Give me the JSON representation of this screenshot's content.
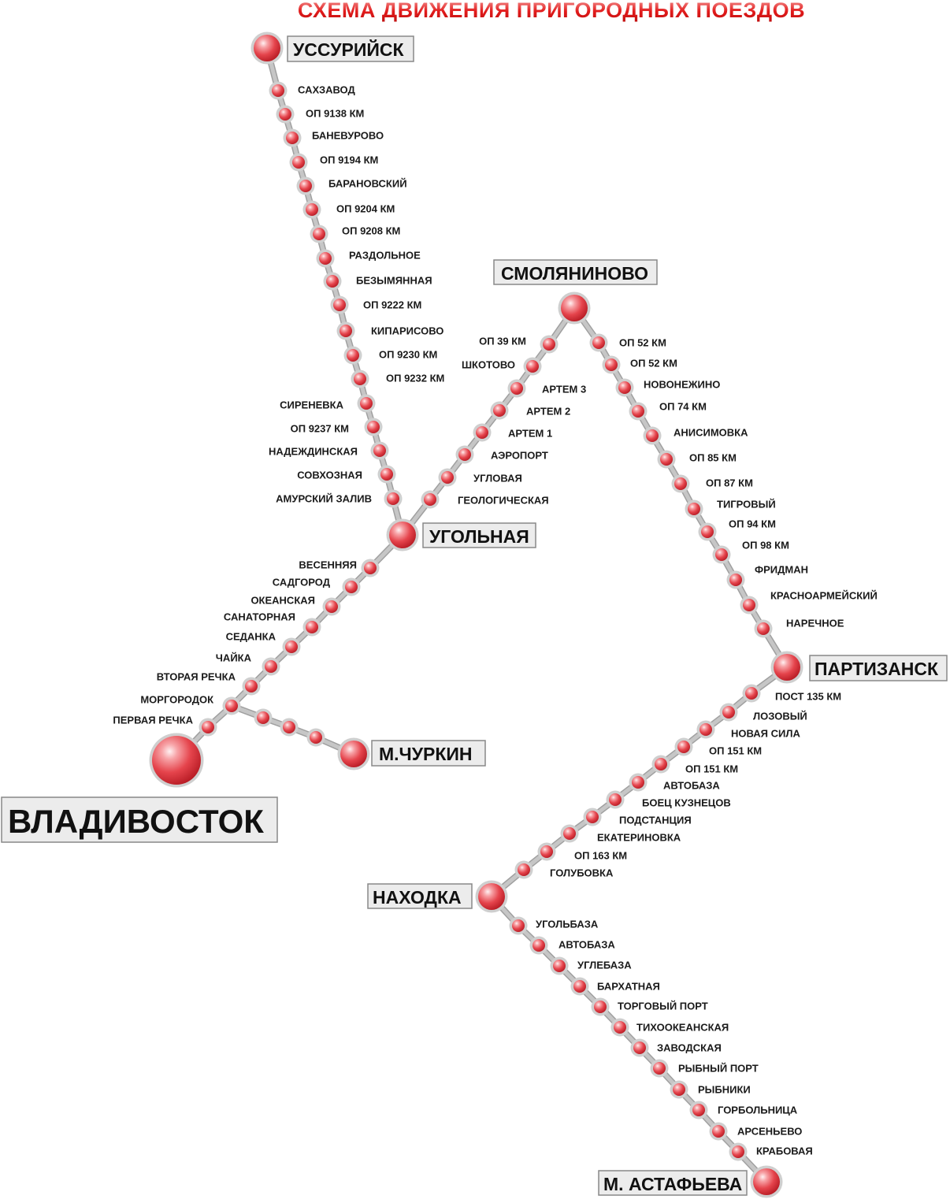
{
  "title": "СХЕМА ДВИЖЕНИЯ ПРИГОРОДНЫХ ПОЕЗДОВ",
  "colors": {
    "title": "#e21b1b",
    "station": "#e8484f",
    "station_highlight": "#fde6e7",
    "line": "#c6c6c6",
    "line_outline": "#a0a0a0"
  },
  "hubs": {
    "ussuriysk": "УССУРИЙСК",
    "smolyaninovo": "СМОЛЯНИНОВО",
    "uglnaya": "УГОЛЬНАЯ",
    "partizansk": "ПАРТИЗАНСК",
    "mchurkin": "М.ЧУРКИН",
    "nakhodka": "НАХОДКА",
    "mastafyeva": "М. АСТАФЬЕВА",
    "vladivostok": "ВЛАДИВОСТОК"
  },
  "lines": {
    "ussuriysk_uglnaya": [
      "САХЗАВОД",
      "ОП 9138 КМ",
      "БАНЕВУРОВО",
      "ОП 9194 КМ",
      "БАРАНОВСКИЙ",
      "ОП 9204 КМ",
      "ОП 9208 КМ",
      "РАЗДОЛЬНОЕ",
      "БЕЗЫМЯННАЯ",
      "ОП 9222 КМ",
      "КИПАРИСОВО",
      "ОП 9230 КМ",
      "ОП 9232 КМ",
      "СИРЕНЕВКА",
      "ОП 9237 КМ",
      "НАДЕЖДИНСКАЯ",
      "СОВХОЗНАЯ",
      "АМУРСКИЙ ЗАЛИВ"
    ],
    "smolyaninovo_uglnaya": [
      "ОП 39 КМ",
      "ШКОТОВО",
      "АРТЕМ 3",
      "АРТЕМ 2",
      "АРТЕМ 1",
      "АЭРОПОРТ",
      "УГЛОВАЯ",
      "ГЕОЛОГИЧЕСКАЯ"
    ],
    "smolyaninovo_partizansk": [
      "ОП 52 КМ",
      "ОП 52 КМ",
      "НОВОНЕЖИНО",
      "ОП 74 КМ",
      "АНИСИМОВКА",
      "ОП 85 КМ",
      "ОП 87 КМ",
      "ТИГРОВЫЙ",
      "ОП 94 КМ",
      "ОП 98 КМ",
      "ФРИДМАН",
      "КРАСНОАРМЕЙСКИЙ",
      "НАРЕЧНОЕ"
    ],
    "uglnaya_vladivostok": [
      "ВЕСЕННЯЯ",
      "САДГОРОД",
      "ОКЕАНСКАЯ",
      "САНАТОРНАЯ",
      "СЕДАНКА",
      "ЧАЙКА",
      "ВТОРАЯ РЕЧКА",
      "МОРГОРОДОК",
      "ПЕРВАЯ РЕЧКА"
    ],
    "partizansk_nakhodka": [
      "ПОСТ 135 КМ",
      "ЛОЗОВЫЙ",
      "НОВАЯ СИЛА",
      "ОП 151 КМ",
      "ОП 151 КМ",
      "АВТОБАЗА",
      "БОЕЦ КУЗНЕЦОВ",
      "ПОДСТАНЦИЯ",
      "ЕКАТЕРИНОВКА",
      "ОП 163 КМ",
      "ГОЛУБОВКА"
    ],
    "nakhodka_mastafyeva": [
      "УГОЛЬБАЗА",
      "АВТОБАЗА",
      "УГЛЕБАЗА",
      "БАРХАТНАЯ",
      "ТОРГОВЫЙ ПОРТ",
      "ТИХООКЕАНСКАЯ",
      "ЗАВОДСКАЯ",
      "РЫБНЫЙ ПОРТ",
      "РЫБНИКИ",
      "ГОРБОЛЬНИЦА",
      "АРСЕНЬЕВО",
      "КРАБОВАЯ"
    ]
  }
}
